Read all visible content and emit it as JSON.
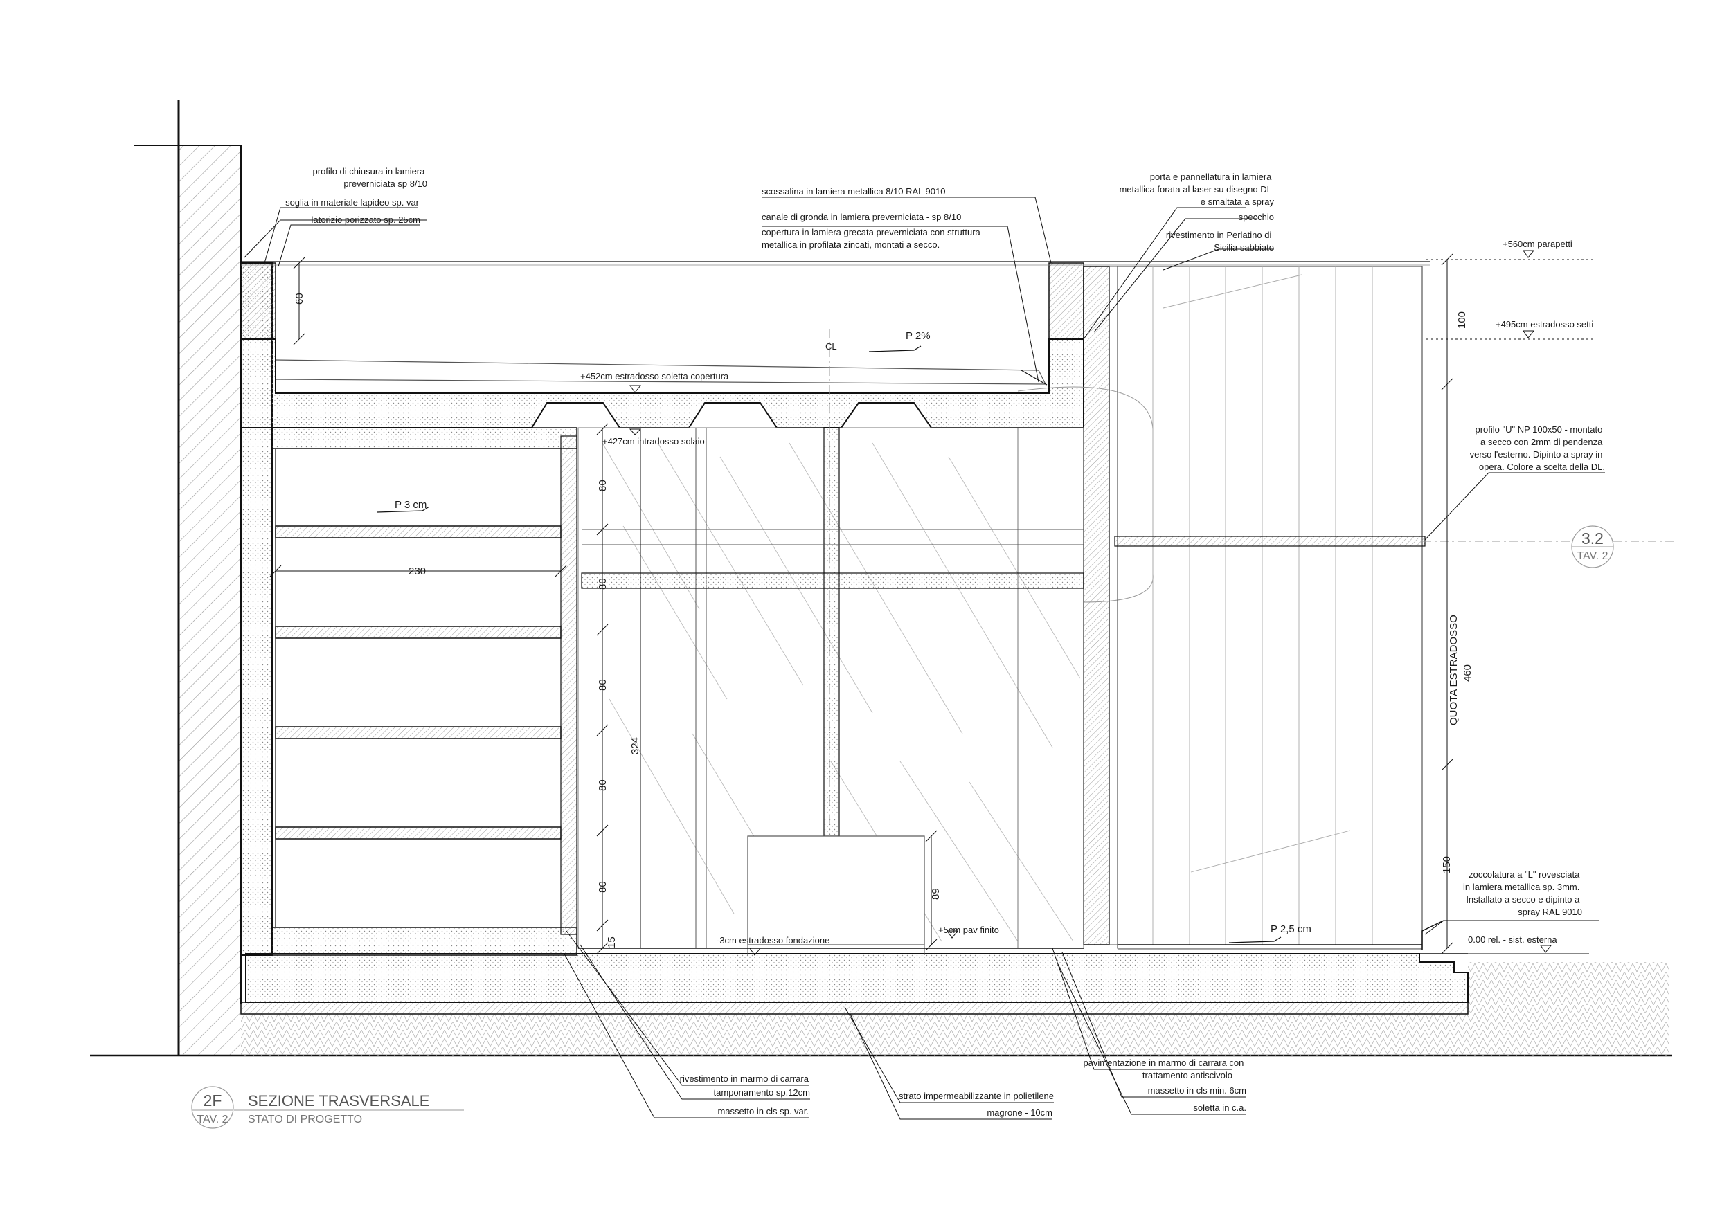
{
  "title": {
    "ref_number": "2F",
    "ref_sheet": "TAV. 2",
    "main": "SEZIONE TRASVERSALE",
    "subtitle": "STATO DI PROGETTO"
  },
  "section_marker": {
    "number": "3.2",
    "sheet": "TAV. 2"
  },
  "notes": {
    "profilo_chiusura": [
      "profilo di chiusura in lamiera",
      "preverniciata sp 8/10"
    ],
    "soglia": "soglia in materiale lapideo sp. var",
    "laterizio": "laterizio porizzato sp. 25cm",
    "scossalina": "scossalina in lamiera metallica  8/10 RAL 9010",
    "canale": "canale di gronda in lamiera preverniciata - sp 8/10",
    "copertura": [
      "copertura in lamiera grecata preverniciata con struttura",
      "metallica in profilata zincati, montati a secco."
    ],
    "porta": [
      "porta e pannellatura in lamiera",
      "metallica forata al laser su disegno DL",
      "e smaltata a spray"
    ],
    "specchio": "specchio",
    "rivestimento_perlatino": [
      "rivestimento in  Perlatino di",
      "Sicilia sabbiato"
    ],
    "profilo_u": [
      "profilo \"U\" NP 100x50 -  montato",
      "a secco con 2mm di pendenza",
      "verso l'esterno. Dipinto a spray in",
      "opera. Colore a scelta della DL."
    ],
    "zoccolatura": [
      "zoccolatura a \"L\" rovesciata",
      "in lamiera metallica sp. 3mm.",
      "Installato a secco e dipinto a",
      "spray RAL 9010"
    ],
    "rivestimento_marmo": "rivestimento in marmo di carrara",
    "tamponamento": "tamponamento sp.12cm",
    "massetto_cls": "massetto in cls sp. var.",
    "strato_impermeabilizzante": "strato impermeabilizzante in polietilene",
    "magrone": "magrone - 10cm",
    "pavimentazione": [
      "pavimentazione in marmo di carrara con",
      "trattamento antiscivolo"
    ],
    "massetto_min": "massetto in cls min. 6cm",
    "soletta": "soletta in c.a."
  },
  "levels": {
    "parapetti": "+560cm parapetti",
    "setti": "+495cm estradosso setti",
    "soletta_copertura": "+452cm estradosso soletta copertura",
    "intradosso": "+427cm intradosso solaio",
    "pav_finito": "+5cm pav finito",
    "fondazione": "-3cm estradosso fondazione",
    "zero": "0.00 rel. - sist. esterna"
  },
  "slopes": {
    "roof": "P 2%",
    "shelf": "P 3 cm",
    "floor": "P 2,5 cm"
  },
  "dimensions": {
    "d60": "60",
    "d230": "230",
    "d80_1": "80",
    "d80_2": "80",
    "d80_3": "80",
    "d80_4": "80",
    "d80_5": "80",
    "d324": "324",
    "d15": "15",
    "d89": "89",
    "d100": "100",
    "d150": "150",
    "d460": "460",
    "quota_estradosso": "QUOTA ESTRADOSSO"
  },
  "centerline": "CL"
}
